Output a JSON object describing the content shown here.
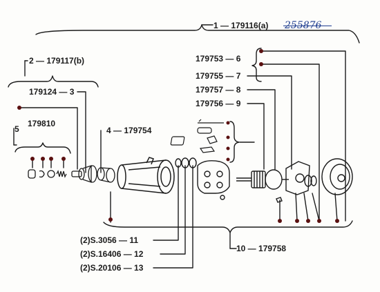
{
  "callouts": [
    {
      "id": "c1",
      "text": "1 — 179116(a)"
    },
    {
      "id": "c1_hand",
      "text": "255876"
    },
    {
      "id": "c2",
      "text": "2 — 179117(b)"
    },
    {
      "id": "c3",
      "text": "179124 — 3"
    },
    {
      "id": "c4",
      "text": "4 — 179754"
    },
    {
      "id": "c5",
      "text": "5"
    },
    {
      "id": "c5b",
      "text": "179810"
    },
    {
      "id": "c6",
      "text": "179753 — 6"
    },
    {
      "id": "c7",
      "text": "179755 — 7"
    },
    {
      "id": "c8",
      "text": "179757 — 8"
    },
    {
      "id": "c9",
      "text": "179756 — 9"
    },
    {
      "id": "c10",
      "text": "10 — 179758"
    },
    {
      "id": "c11",
      "text": "(2)S.3056 — 11"
    },
    {
      "id": "c12",
      "text": "(2)S.16406 — 12"
    },
    {
      "id": "c13",
      "text": "(2)S.20106 — 13"
    }
  ],
  "colors": {
    "ink": "#1b1b1b",
    "marker": "#5a1010",
    "handwriting": "#1d3c8f"
  }
}
